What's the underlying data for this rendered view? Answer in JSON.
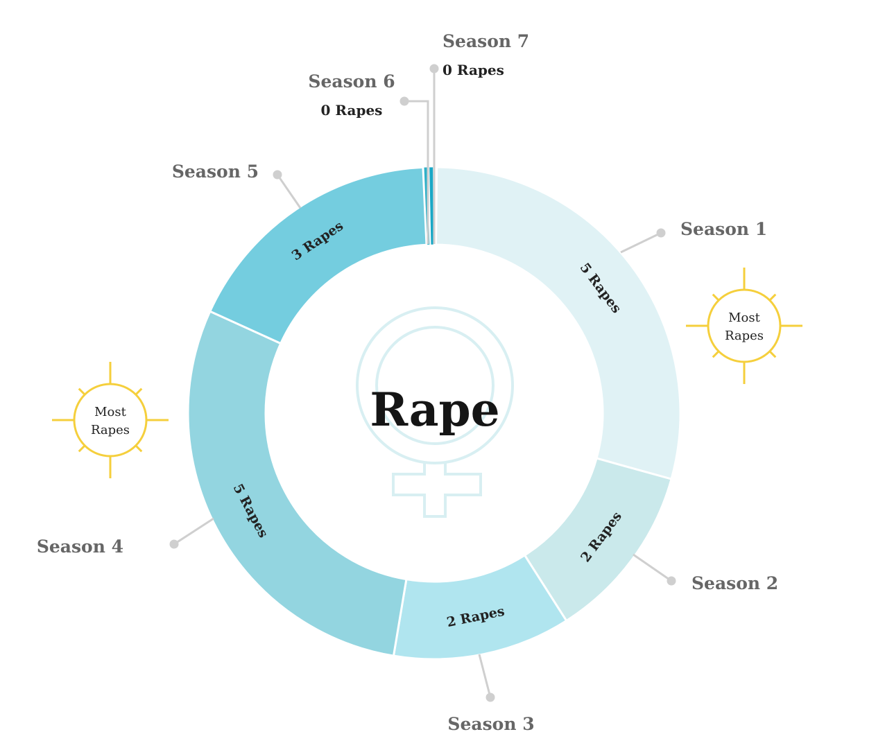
{
  "chart_data": {
    "type": "pie",
    "title": "Rape",
    "categories": [
      "Season 1",
      "Season 2",
      "Season 3",
      "Season 4",
      "Season 5",
      "Season 6",
      "Season 7"
    ],
    "values": [
      5,
      2,
      2,
      5,
      3,
      0,
      0
    ],
    "value_labels": [
      "5 Rapes",
      "2 Rapes",
      "2 Rapes",
      "5 Rapes",
      "3 Rapes",
      "0 Rapes",
      "0 Rapes"
    ],
    "colors": [
      "#e0f2f5",
      "#cae9eb",
      "#b0e5ef",
      "#93d5e0",
      "#74cddf",
      "#2fb0c8",
      "#1aa8c6"
    ],
    "badges": [
      {
        "season": "Season 1",
        "text": [
          "Most",
          "Rapes"
        ]
      },
      {
        "season": "Season 4",
        "text": [
          "Most",
          "Rapes"
        ]
      }
    ],
    "badge_color": "#f5cf3c"
  }
}
